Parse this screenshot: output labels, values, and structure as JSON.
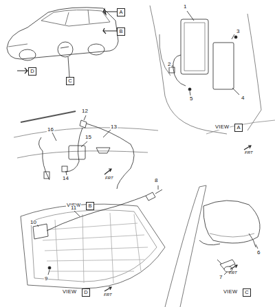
{
  "diagram": {
    "nodes": [
      {
        "text": [
          "A"
        ]
      },
      {
        "text": [
          "B"
        ]
      },
      {
        "text": [
          "C"
        ]
      },
      {
        "text": [
          "D"
        ]
      },
      {
        "text": [
          "A"
        ]
      },
      {
        "text": [
          "B"
        ]
      },
      {
        "text": [
          "C"
        ]
      },
      {
        "text": [
          "D"
        ]
      }
    ],
    "labels": [
      "1",
      "2",
      "3",
      "4",
      "5",
      "VIEW",
      "FRT",
      "12",
      "13",
      "16",
      "15",
      "14",
      "VIEW",
      "FRT",
      "8",
      "6",
      "7",
      "FRT",
      "VIEW",
      "11",
      "10",
      "9",
      "VIEW",
      "FRT"
    ]
  }
}
